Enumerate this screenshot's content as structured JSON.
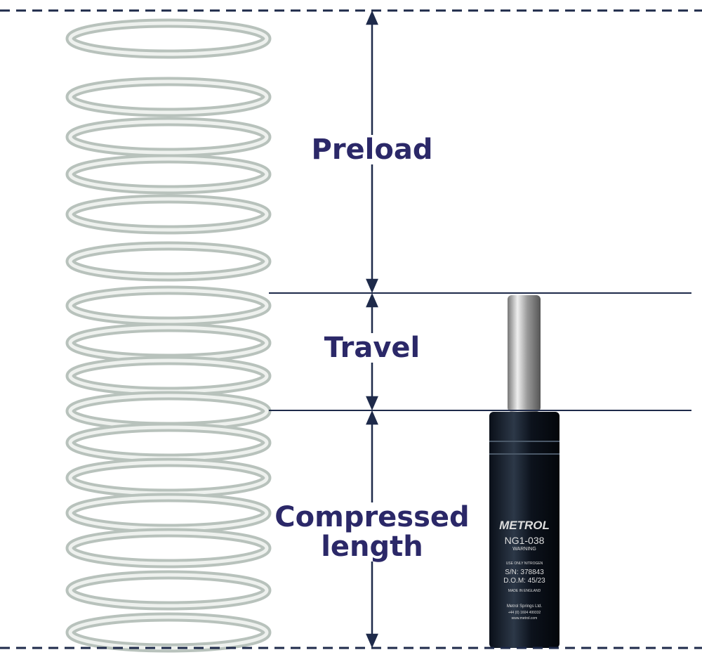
{
  "labels": {
    "preload": "Preload",
    "travel": "Travel",
    "compressed_line1": "Compressed",
    "compressed_line2": "length"
  },
  "gas_spring": {
    "brand": "METROL",
    "model": "NG1-038",
    "warning": "WARNING",
    "nitrogen": "USE ONLY NITROGEN",
    "serial": "S/N: 378843",
    "dom": "D.O.M: 45/23",
    "origin": "MADE IN ENGLAND",
    "maker": "Metrol Springs Ltd.",
    "phone": "+44 (0) 1604 499332",
    "web": "www.metrol.com"
  },
  "colors": {
    "line": "#1e2a4a",
    "text": "#2b2868"
  }
}
